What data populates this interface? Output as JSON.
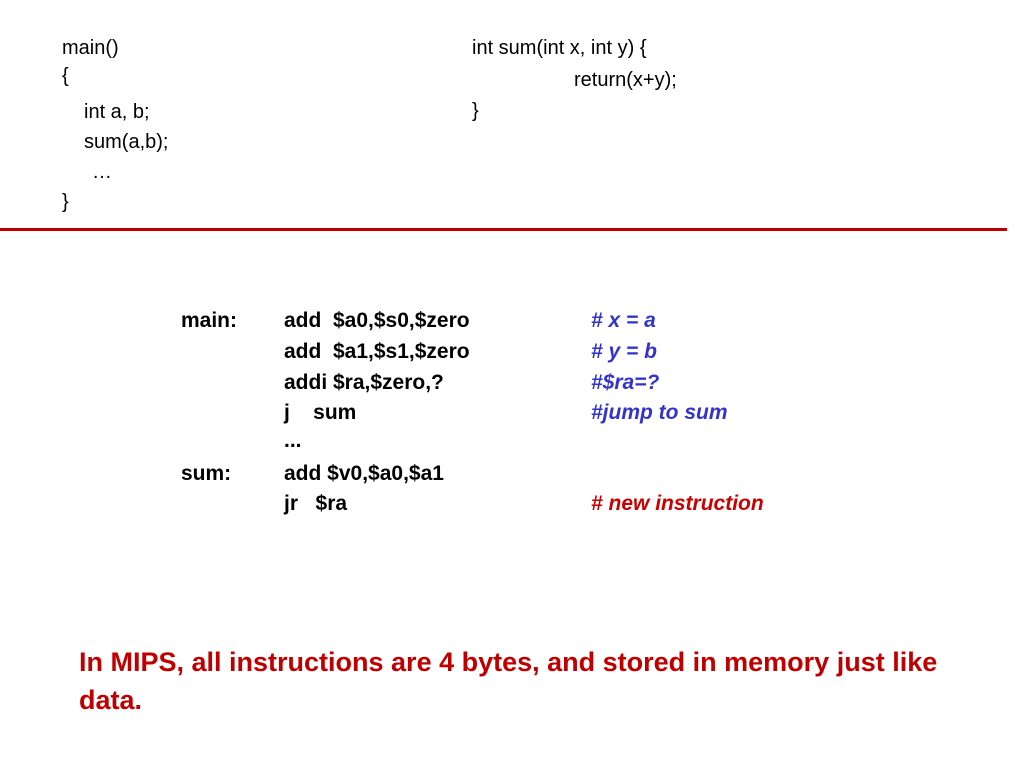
{
  "c_code": {
    "main": [
      "main()",
      "{",
      "int a, b;",
      "sum(a,b);",
      "…",
      "}"
    ],
    "sum": [
      "int sum(int x, int y) {",
      "return(x+y);",
      "}"
    ]
  },
  "asm": {
    "rows": [
      {
        "label": "main:",
        "instr": "add  $a0,$s0,$zero",
        "comment": "# x = a"
      },
      {
        "label": "",
        "instr": "add  $a1,$s1,$zero",
        "comment": "# y = b"
      },
      {
        "label": "",
        "instr": "addi $ra,$zero,?",
        "comment": "#$ra=?"
      },
      {
        "label": "",
        "instr": "j    sum",
        "comment": "#jump to sum"
      },
      {
        "label": "",
        "instr": "...",
        "comment": ""
      },
      {
        "label": "sum:",
        "instr": "add $v0,$a0,$a1",
        "comment": ""
      },
      {
        "label": "",
        "instr": "jr   $ra",
        "comment": "# new instruction"
      }
    ]
  },
  "note": "In MIPS, all instructions are 4 bytes, and stored in memory just like data.",
  "colors": {
    "comment_blue": "#3333cc",
    "comment_red": "#cc0000",
    "accent_red": "#c00000"
  }
}
